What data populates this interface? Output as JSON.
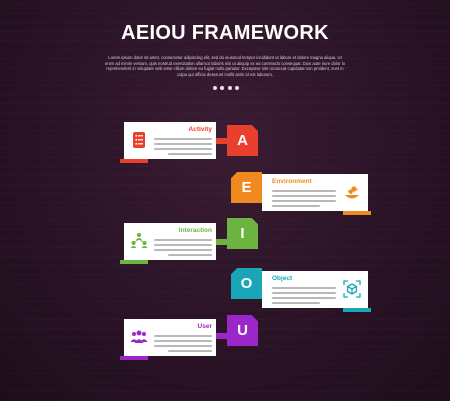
{
  "title": "AEIOU FRAMEWORK",
  "subtitle": "Lorem ipsum dolor sit amet, consectetur adipiscing elit, sed do eiusmod tempor incididunt ut labore et dolore magna aliqua. Ut enim ad minim veniam, quis nostrud exercitation ullamco laboris nisi ut aliquip ex ea commodo consequat. Duis aute irure dolor in reprehenderit in voluptate velit esse cillum dolore eu fugiat nulla pariatur. Excepteur sint occaecat cupidatat non proident, sunt in culpa qui officia deserunt mollit anim id est laborum.",
  "pager_dots": 4,
  "items": [
    {
      "letter": "A",
      "label": "Activity",
      "color": "#e8402d",
      "icon": "list-icon"
    },
    {
      "letter": "E",
      "label": "Environment",
      "color": "#f08a1f",
      "icon": "bird-on-nest-icon"
    },
    {
      "letter": "I",
      "label": "Interaction",
      "color": "#6cb33f",
      "icon": "people-network-icon"
    },
    {
      "letter": "O",
      "label": "Object",
      "color": "#1aa6b7",
      "icon": "cube-scan-icon"
    },
    {
      "letter": "U",
      "label": "User",
      "color": "#9b27c9",
      "icon": "users-group-icon"
    }
  ]
}
